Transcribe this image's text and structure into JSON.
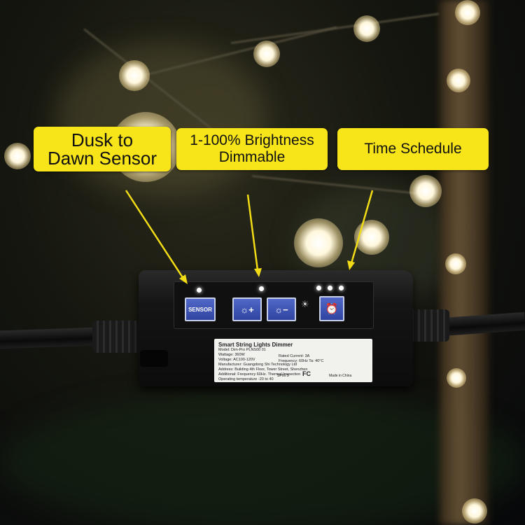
{
  "callouts": {
    "sensor": {
      "line1": "Dusk to",
      "line2": "Dawn Sensor"
    },
    "brightness": {
      "line1": "1-100% Brightness",
      "line2": "Dimmable"
    },
    "schedule": {
      "line1": "Time Schedule"
    }
  },
  "controller": {
    "buttons": {
      "sensor": "SENSOR",
      "brightness_up": "☼+",
      "brightness_down": "☼−",
      "clock": "⏰"
    },
    "sun_symbol": "☀",
    "label": {
      "title": "Smart String Lights Dimmer",
      "rows": [
        "Model: Dim-Pro PLNS00 01",
        "Wattage: 360W",
        "Voltage: AC100-120V",
        "Manufacturer: Guangdong Shi Technology Ltd",
        "Address: Building 4th Floor, Tower Street, Shenzhen",
        "Additional: Frequency 60Hz. Thermal Inspection",
        "Operating temperature -20 to 40"
      ],
      "current": "Rated Current: 3A",
      "frequency": "Frequency: 60Hz    Ta: 40°C",
      "fc": "FC",
      "made_in": "Made in China",
      "code": "SP66 3"
    }
  },
  "colors": {
    "callout_bg": "#f7e519",
    "arrow": "#f2dc16",
    "button_blue": "#3a50b0"
  }
}
